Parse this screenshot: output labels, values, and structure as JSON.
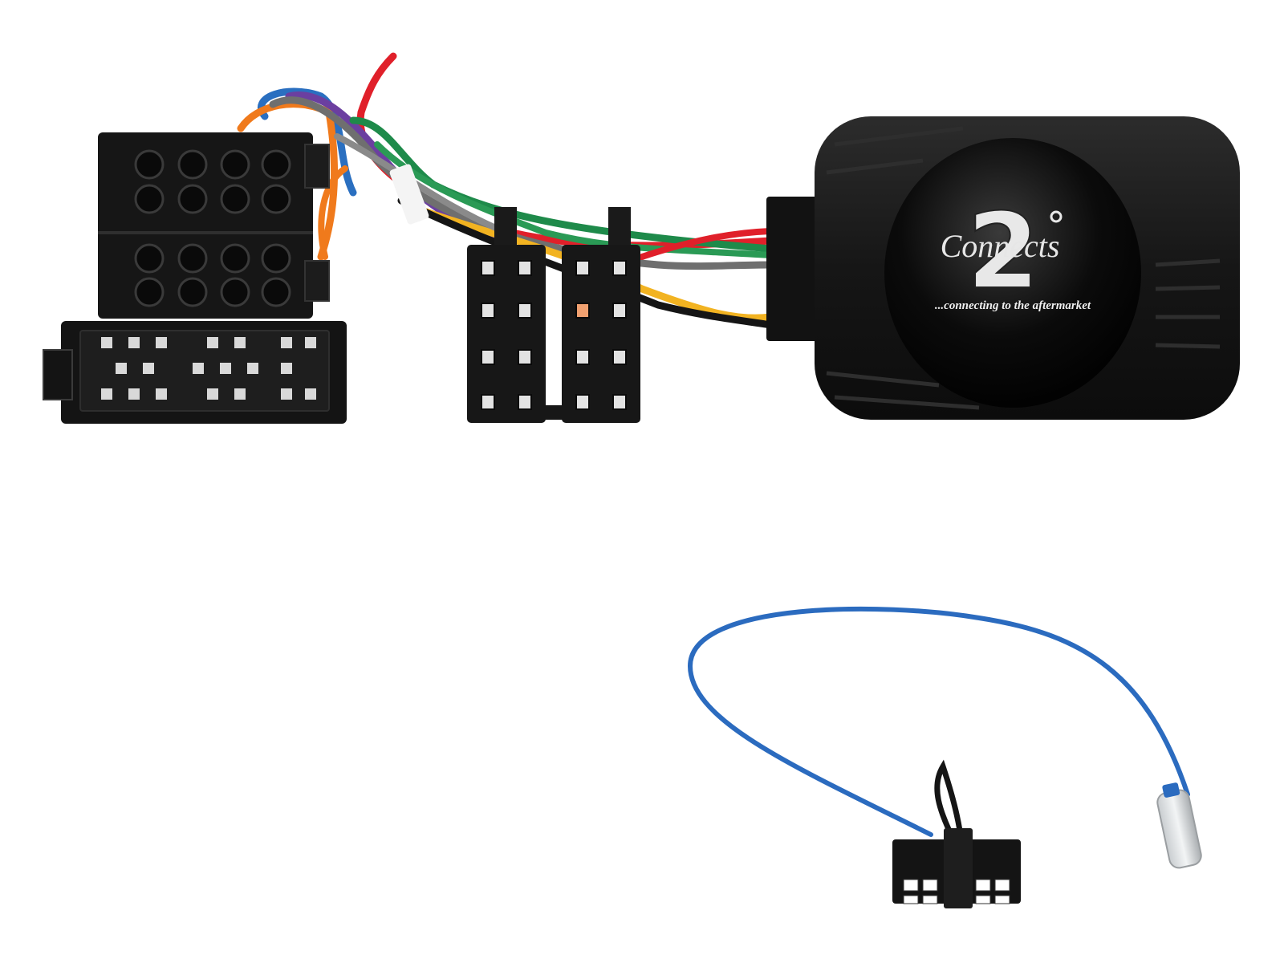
{
  "product": {
    "brand_logo_mark": "2",
    "brand_logo_word": "Connects",
    "brand_tagline": "...connecting to the aftermarket"
  },
  "colors": {
    "background": "#ffffff",
    "plastic": "#1a1a1a",
    "wire_red": "#e0202a",
    "wire_green": "#1e8a4a",
    "wire_yellow": "#f2b321",
    "wire_gray": "#6f6f6f",
    "wire_blue": "#2a6fc0",
    "wire_orange": "#f07a1c",
    "wire_purple": "#6b3fa0",
    "wire_black": "#151515",
    "wire_white": "#f2f2f2",
    "antenna_cable": "#2b6bbf"
  },
  "parts": [
    {
      "name": "iso-stacked-connector",
      "kind": "ISO head unit connector"
    },
    {
      "name": "iso-split-connector",
      "kind": "ISO vehicle connector"
    },
    {
      "name": "interface-module",
      "kind": "steering control interface box"
    },
    {
      "name": "patch-lead-connector",
      "kind": "12-pin patch lead plug"
    },
    {
      "name": "jack-plug",
      "kind": "3.5mm jack"
    }
  ]
}
